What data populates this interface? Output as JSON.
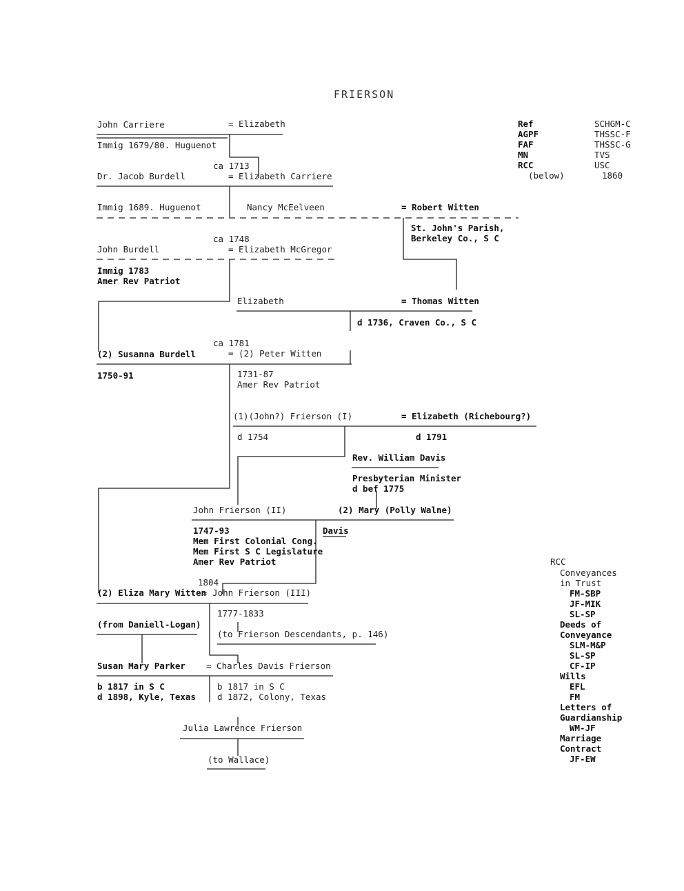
{
  "title": "FRIERSON",
  "reference": {
    "codes": [
      "Ref",
      "AGPF",
      "FAF",
      "MN",
      "RCC",
      "(below)"
    ],
    "sources": [
      "SCHGM-C",
      "THSSC-F",
      "THSSC-G",
      "TVS",
      "USC",
      "1860"
    ]
  },
  "people": {
    "john_carriere": "John Carriere",
    "elizabeth_1": "= Elizabeth",
    "immig_1679": "Immig 1679/80. Huguenot",
    "ca_1713": "ca 1713",
    "jacob_burdell": "Dr. Jacob Burdell",
    "elizabeth_carriere": "= Elizabeth Carriere",
    "immig_1689": "Immig 1689. Huguenot",
    "nancy": "Nancy McEelveen",
    "robert_witten": "= Robert Witten",
    "st_johns": "St. John's Parish,",
    "berkeley": "Berkeley Co., S C",
    "ca_1748": "ca 1748",
    "john_burdell": "John Burdell",
    "elizabeth_mcgregor": "= Elizabeth McGregor",
    "immig_1783": "Immig 1783",
    "amer_rev_1": "Amer Rev Patriot",
    "elizabeth_2": "Elizabeth",
    "thomas_witten": "= Thomas Witten",
    "d_1736": "d 1736, Craven Co., S C",
    "ca_1781": "ca 1781",
    "susanna": "(2) Susanna Burdell",
    "peter_witten": "= (2) Peter Witten",
    "susanna_dates": "1750-91",
    "peter_dates": "1731-87",
    "amer_rev_2": "Amer Rev Patriot",
    "john_frierson_1": "(1)(John?) Frierson (I)",
    "elizabeth_richebourg": "= Elizabeth (Richebourg?)",
    "d_1754": "d 1754",
    "d_1791": "d 1791",
    "rev_davis": "Rev. William Davis",
    "presbyterian": "Presbyterian Minister",
    "d_bef_1775": "d bef 1775",
    "john_frierson_2": "John Frierson (II)",
    "mary_walne": "(2) Mary (Polly Walne)",
    "jf2_dates": "1747-93",
    "mem_colonial": "Mem First Colonial Cong.",
    "mem_legislature": "Mem First S C Legislature",
    "amer_rev_3": "Amer Rev Patriot",
    "davis": "Davis",
    "year_1804": "1804",
    "eliza_mary": "(2) Eliza Mary Witten",
    "john_frierson_3": "= John Frierson (III)",
    "jf3_dates": "1777-1833",
    "to_descendants": "(to Frierson Descendants, p. 146)",
    "from_daniell": "(from Daniell-Logan)",
    "susan_parker": "Susan Mary Parker",
    "charles_davis": "= Charles Davis Frierson",
    "susan_b": "b 1817 in S C",
    "susan_d": "d 1898, Kyle, Texas",
    "charles_b": "b 1817 in S C",
    "charles_d": "d 1872, Colony, Texas",
    "julia": "Julia Lawrence Frierson",
    "to_wallace": "(to Wallace)"
  },
  "rcc_notes": {
    "heading": "RCC",
    "conveyances": "Conveyances",
    "in_trust": "in Trust",
    "fm_sbp": "FM-SBP",
    "jf_mik": "JF-MIK",
    "sl_sp_1": "SL-SP",
    "deeds_of": "Deeds of",
    "conveyance": "Conveyance",
    "slm_mp": "SLM-M&P",
    "sl_sp_2": "SL-SP",
    "cf_ip": "CF-IP",
    "wills": "Wills",
    "efl": "EFL",
    "fm": "FM",
    "letters_of": "Letters of",
    "guardianship": "Guardianship",
    "wm_jf": "WM-JF",
    "marriage": "Marriage",
    "contract": "Contract",
    "jf_ew": "JF-EW"
  }
}
